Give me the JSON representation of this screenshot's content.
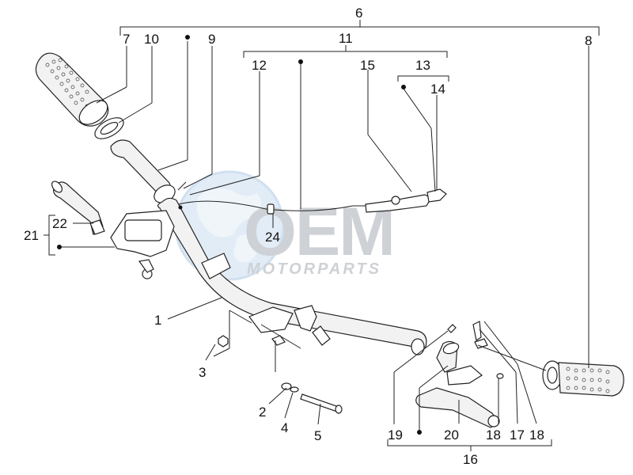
{
  "watermark": {
    "brand": "OEM",
    "sub": "MOTORPARTS",
    "color_main": "#c9ccd1",
    "color_globe": "#d4e3f2"
  },
  "callouts": {
    "n1": "1",
    "n2": "2",
    "n3": "3",
    "n4": "4",
    "n5": "5",
    "n6": "6",
    "n7": "7",
    "n8": "8",
    "n9": "9",
    "n10": "10",
    "n11": "11",
    "n12": "12",
    "n13": "13",
    "n14": "14",
    "n15": "15",
    "n16": "16",
    "n17": "17",
    "n18": "18",
    "n19": "19",
    "n20": "20",
    "n18b": "18",
    "n21": "21",
    "n22": "22",
    "n24": "24"
  },
  "colors": {
    "line": "#222222",
    "text": "#111111",
    "background": "#ffffff"
  }
}
